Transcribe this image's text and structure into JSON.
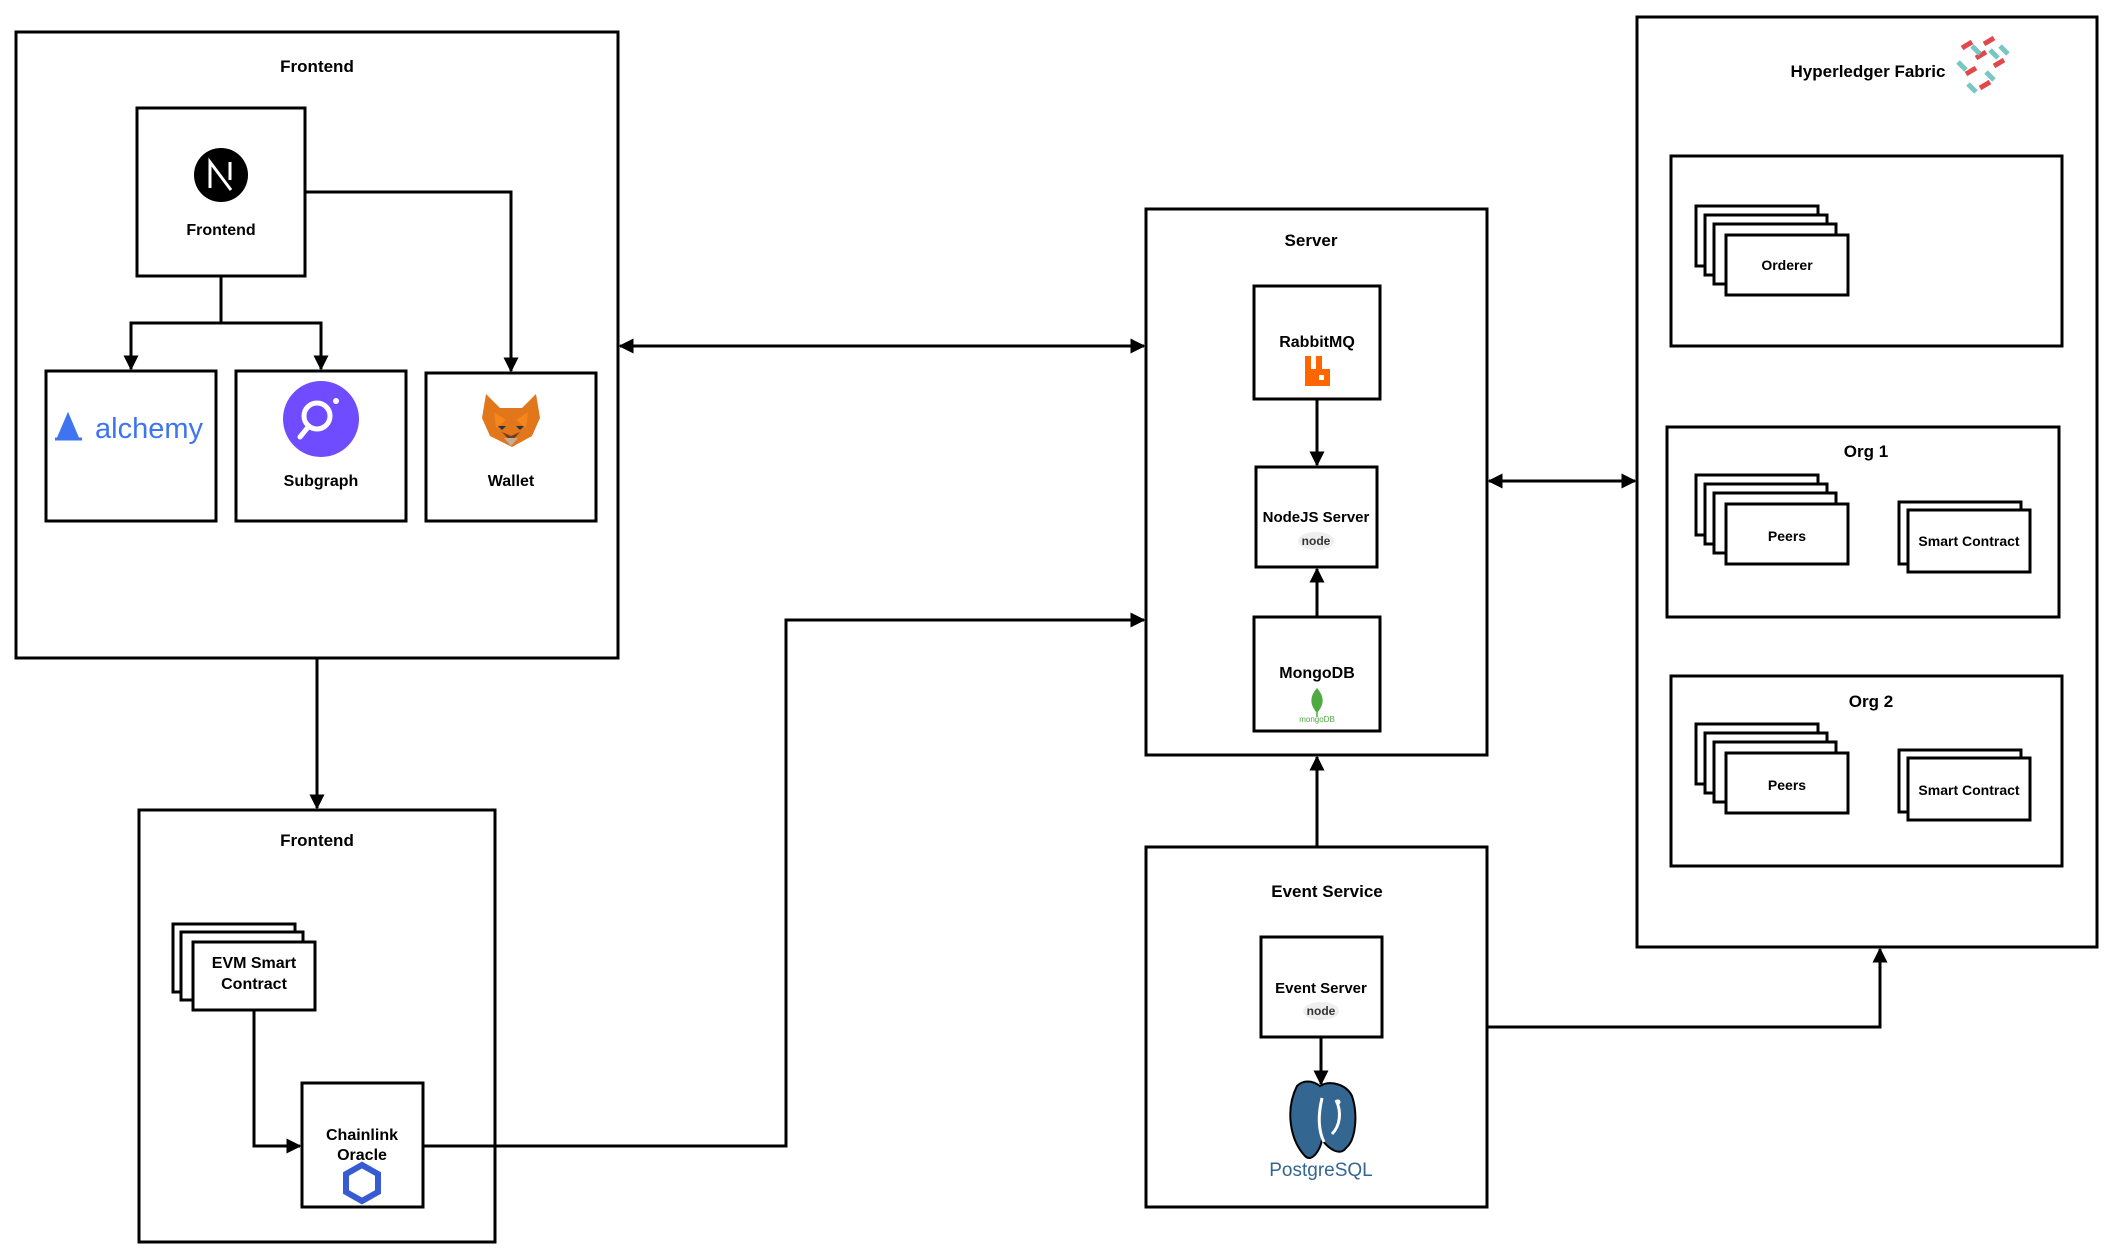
{
  "frontend_group": {
    "title": "Frontend",
    "frontend_node": "Frontend",
    "alchemy_logo": "alchemy",
    "subgraph": "Subgraph",
    "wallet": "Wallet"
  },
  "frontend_group_2": {
    "title": "Frontend",
    "evm_line1": "EVM Smart",
    "evm_line2": "Contract",
    "chainlink_line1": "Chainlink",
    "chainlink_line2": "Oracle"
  },
  "server_group": {
    "title": "Server",
    "rabbitmq": "RabbitMQ",
    "nodejs": "NodeJS Server",
    "node_logo": "node",
    "mongodb": "MongoDB",
    "mongodb_logo": "mongoDB"
  },
  "event_service_group": {
    "title": "Event Service",
    "event_server": "Event Server",
    "node_logo": "node",
    "postgres_logo": "PostgreSQL"
  },
  "hyperledger_group": {
    "title": "Hyperledger Fabric",
    "orderer": "Orderer",
    "org1": {
      "title": "Org 1",
      "peers": "Peers",
      "smart_contract": "Smart Contract"
    },
    "org2": {
      "title": "Org 2",
      "peers": "Peers",
      "smart_contract": "Smart Contract"
    }
  },
  "icons": {
    "nextjs": "nextjs-icon",
    "alchemy": "alchemy-icon",
    "subgraph": "the-graph-icon",
    "wallet": "metamask-fox-icon",
    "rabbitmq": "rabbitmq-icon",
    "node": "nodejs-icon",
    "mongodb": "mongodb-leaf-icon",
    "chainlink": "chainlink-icon",
    "postgres": "postgresql-elephant-icon",
    "hyperledger": "hyperledger-fabric-icon"
  },
  "colors": {
    "alchemy": "#3f74f0",
    "subgraph": "#6f4cff",
    "rabbitmq": "#ff6600",
    "node": "#8cc84b",
    "mongodb": "#4faa41",
    "chainlink": "#375bd2",
    "postgres": "#336791",
    "hyperledger_red": "#e0484c",
    "hyperledger_teal": "#7ac6c5"
  }
}
